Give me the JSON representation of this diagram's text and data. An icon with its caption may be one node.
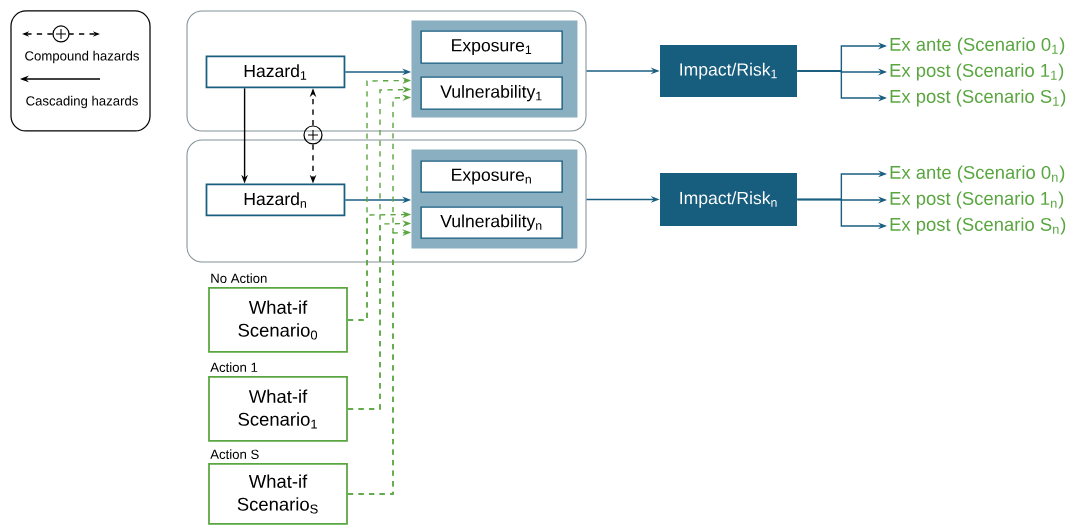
{
  "diagram": {
    "nodes": [
      {
        "text": [],
        "shape": "box"
      },
      {
        "text": [
          "Hazard$_{1}$"
        ],
        "in": 0
      },
      {
        "text": [],
        "shape": "box",
        "in": 0
      },
      {
        "text": [
          "Exposure$_{1}$"
        ],
        "in": 2
      },
      {
        "text": [
          "Vulnerability$_{1}$"
        ],
        "in": 2
      },
      {
        "text": [],
        "shape": "box"
      },
      {
        "text": [
          "Hazard$_{n}$"
        ],
        "in": 5
      },
      {
        "text": [],
        "shape": "box",
        "in": 5
      },
      {
        "text": [
          "Exposure$_{n}$"
        ],
        "in": 7
      },
      {
        "text": [
          "Vulnerability$_{n}$"
        ],
        "in": 7
      },
      {
        "text": [
          "Impact/Risk$_{1}$"
        ]
      },
      {
        "text": [
          "Impact/Risk$_{n}$"
        ]
      },
      {
        "text": [
          "Ex ante (Scenario 0$_{1}$)"
        ]
      },
      {
        "text": [
          "Ex post (Scenario 1$_{1}$)"
        ]
      },
      {
        "text": [
          "Ex post (Scenario S$_{1}$)"
        ]
      },
      {
        "text": [
          "Ex ante (Scenario 0$_{n}$)"
        ]
      },
      {
        "text": [
          "Ex post (Scenario 1$_{n}$)"
        ]
      },
      {
        "text": [
          "Ex post (Scenario S$_{n}$)"
        ]
      },
      {
        "text": [
          "What-if Scenario$_{0}$"
        ],
        "beside": [
          "No Action"
        ]
      },
      {
        "text": [
          "What-if Scenario$_{1}$"
        ],
        "beside": [
          "Action 1"
        ]
      },
      {
        "text": [
          "What-if Scenario$_{S}$"
        ],
        "beside": [
          "Action S"
        ]
      },
      {
        "text": [],
        "shape": "circle"
      }
    ],
    "edges": [
      {
        "from": 1,
        "to": 2,
        "arrow": "to"
      },
      {
        "from": 6,
        "to": 7,
        "arrow": "to"
      },
      {
        "from": 1,
        "to": 6,
        "arrow": "to",
        "color": "#000000"
      },
      {
        "from": 21,
        "to": 1,
        "arrow": "to",
        "style": "dashed",
        "color": "#000000"
      },
      {
        "from": 21,
        "to": 6,
        "arrow": "to",
        "style": "dashed",
        "color": "#000000"
      },
      {
        "from": 0,
        "to": 10,
        "arrow": "to"
      },
      {
        "from": 5,
        "to": 11,
        "arrow": "to"
      },
      {
        "from": 10,
        "to": 12,
        "arrow": "to"
      },
      {
        "from": 10,
        "to": 13,
        "arrow": "to"
      },
      {
        "from": 10,
        "to": 14,
        "arrow": "to"
      },
      {
        "from": 11,
        "to": 15,
        "arrow": "to"
      },
      {
        "from": 11,
        "to": 16,
        "arrow": "to"
      },
      {
        "from": 11,
        "to": 17,
        "arrow": "to"
      },
      {
        "from": 18,
        "to": 2,
        "arrow": "to",
        "style": "dashed",
        "color": "#5aa640"
      },
      {
        "from": 18,
        "to": 7,
        "arrow": "to",
        "style": "dashed",
        "color": "#5aa640"
      },
      {
        "from": 19,
        "to": 2,
        "arrow": "to",
        "style": "dashed",
        "color": "#5aa640"
      },
      {
        "from": 19,
        "to": 7,
        "arrow": "to",
        "style": "dashed",
        "color": "#5aa640"
      },
      {
        "from": 20,
        "to": 2,
        "arrow": "to",
        "style": "dashed",
        "color": "#5aa640"
      },
      {
        "from": 20,
        "to": 7,
        "arrow": "to",
        "style": "dashed",
        "color": "#5aa640"
      }
    ],
    "legend": [
      {
        "text": "Compound hazards"
      },
      {
        "text": "Cascading hazards"
      }
    ]
  }
}
